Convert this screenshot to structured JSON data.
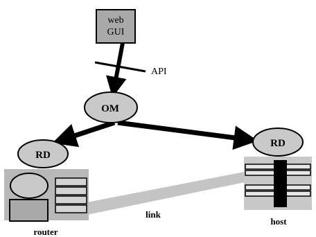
{
  "web_box": {
    "line1": "web",
    "line2": "GUI"
  },
  "api_label": "API",
  "om_label": "OM",
  "rd_router_label": "RD",
  "rd_host_label": "RD",
  "link_label": "link",
  "router_label": "router",
  "host_label": "host",
  "colors": {
    "box_fill": "#a9a9a9",
    "ellipse_fill": "#c9c9c9",
    "arrow": "#000000",
    "link": "#c4c4c4",
    "router_bg": "#b8b8b8",
    "host_bg": "#c8c8c8"
  }
}
